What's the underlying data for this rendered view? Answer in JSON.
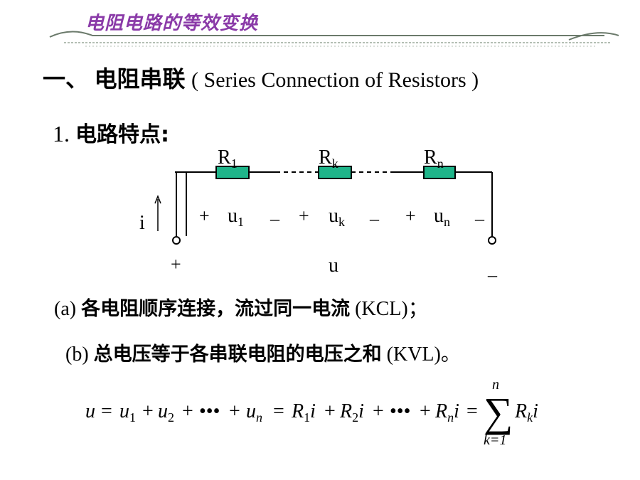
{
  "header": {
    "title": "电阻电路的等效变换"
  },
  "section": {
    "number": "一、",
    "title_zh": "电阻串联",
    "title_en": "( Series Connection of Resistors )"
  },
  "subsection": {
    "number": "1.",
    "title": "电路特点:"
  },
  "circuit": {
    "resistors": [
      {
        "label": "R",
        "sub": "1"
      },
      {
        "label": "R",
        "sub": "k"
      },
      {
        "label": "R",
        "sub": "n"
      }
    ],
    "current_label": "i",
    "voltages": [
      {
        "plus": "+",
        "label": "u",
        "sub": "1",
        "minus": "–"
      },
      {
        "plus": "+",
        "label": "u",
        "sub": "k",
        "minus": "–"
      },
      {
        "plus": "+",
        "label": "u",
        "sub": "n",
        "minus": "–"
      }
    ],
    "total": {
      "plus": "+",
      "label": "u",
      "minus": "_"
    },
    "colors": {
      "resistor_fill": "#1fb58a",
      "wire": "#000000"
    }
  },
  "bullets": [
    {
      "prefix": "(a)",
      "text": "各电阻顺序连接，流过同一电流",
      "suffix": "(KCL)；"
    },
    {
      "prefix": "(b)",
      "text": "总电压等于各串联电阻的电压之和",
      "suffix": "(KVL)。"
    }
  ],
  "formula": {
    "lhs": "u",
    "terms": [
      "u1",
      "u2",
      "•••",
      "un"
    ],
    "mid": [
      "R1i",
      "R2i",
      "•••",
      "Rni"
    ],
    "sum_upper": "n",
    "sum_lower": "k=1",
    "sum_term": "Rki"
  }
}
